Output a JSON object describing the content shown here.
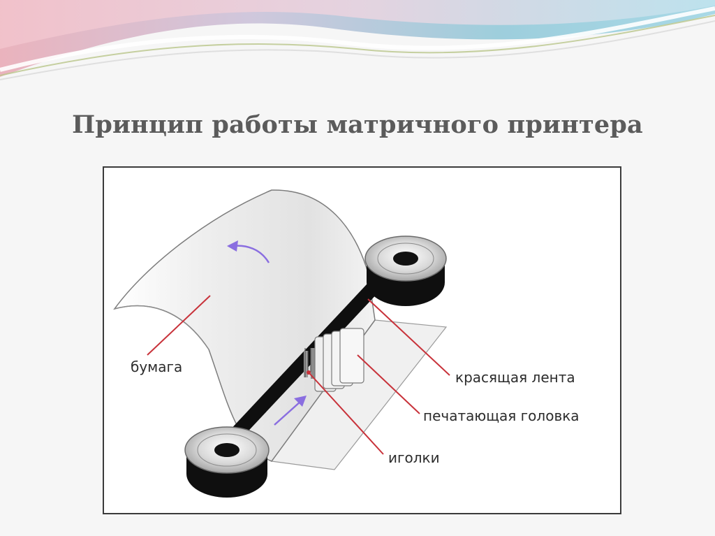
{
  "slide": {
    "title": "Принцип работы матричного принтера"
  },
  "diagram": {
    "labels": {
      "paper": "бумага",
      "ribbon": "красящая лента",
      "print_head": "печатающая головка",
      "needles": "иголки"
    },
    "colors": {
      "leader_line": "#c8323a",
      "motion_arrow": "#8a6ee0",
      "ribbon": "#111111",
      "title": "#5b5b5b"
    }
  }
}
